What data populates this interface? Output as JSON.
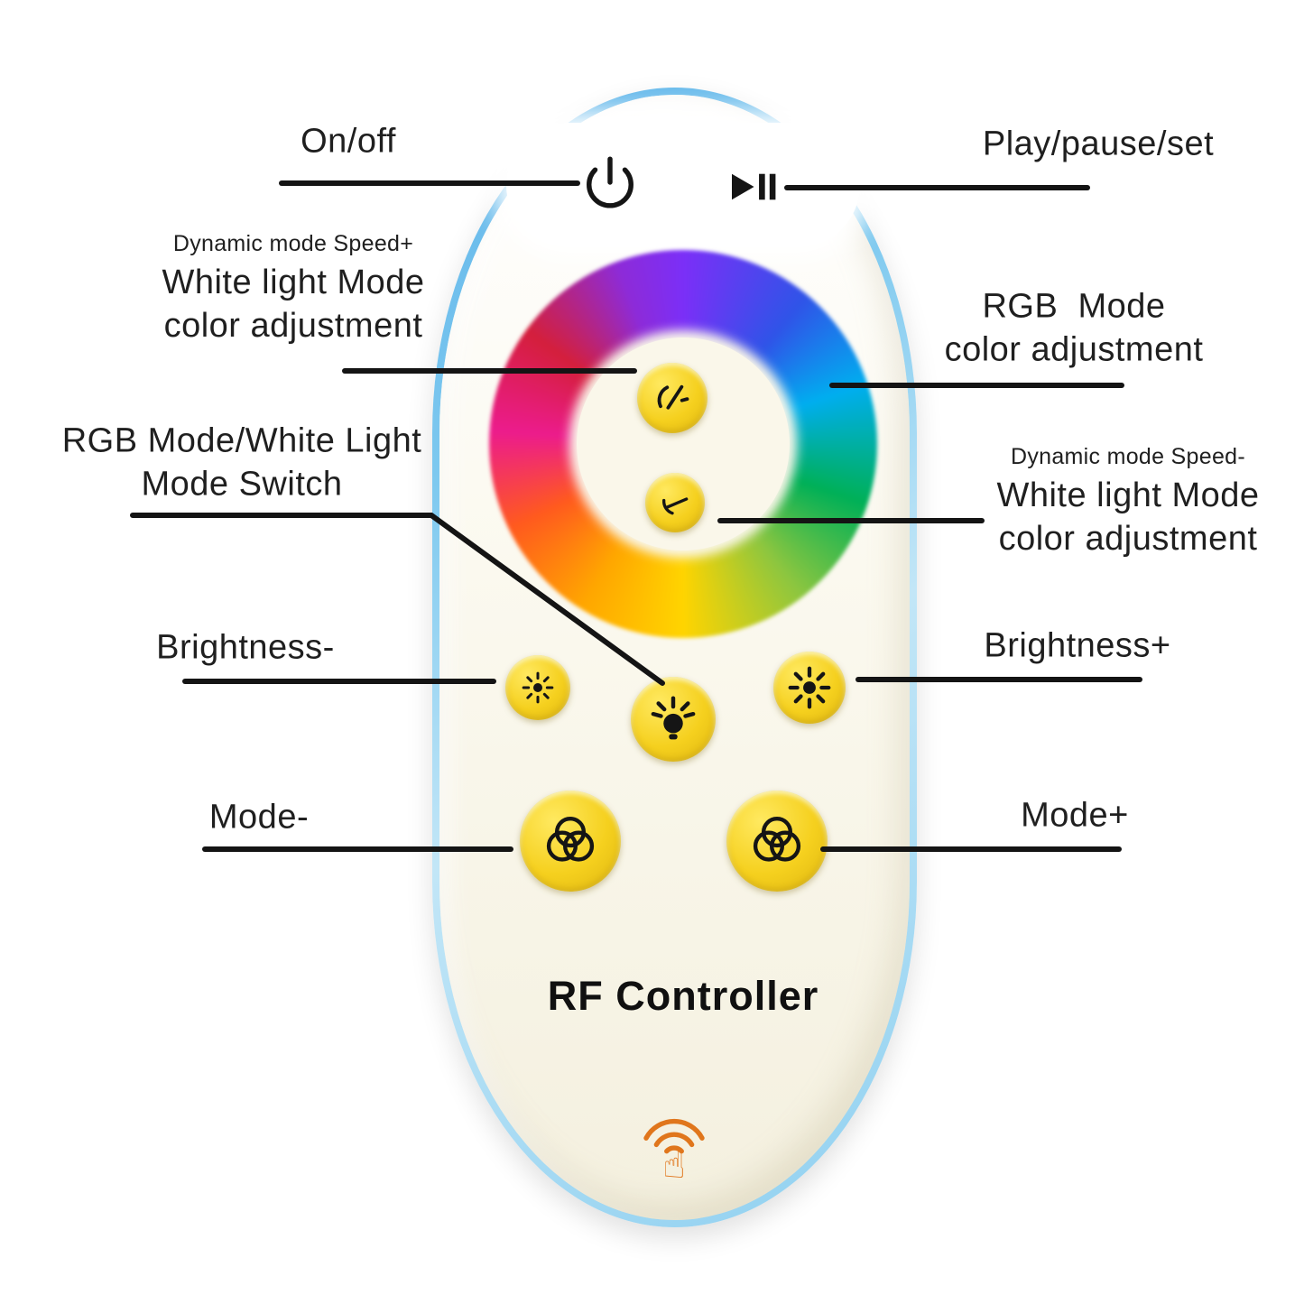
{
  "annotations": {
    "on_off": "On/off",
    "play_pause_set": "Play/pause/set",
    "speed_plus": {
      "tag": "Dynamic mode Speed+",
      "title1": "White light Mode",
      "title2": "color adjustment"
    },
    "rgb_mode": {
      "title1": "RGB  Mode",
      "title2": "color adjustment"
    },
    "mode_switch": {
      "title1": "RGB Mode/White Light",
      "title2": "Mode Switch"
    },
    "speed_minus": {
      "tag": "Dynamic mode Speed-",
      "title1": "White light Mode",
      "title2": "color adjustment"
    },
    "brightness_minus": "Brightness-",
    "brightness_plus": "Brightness+",
    "mode_minus": "Mode-",
    "mode_plus": "Mode+"
  },
  "remote": {
    "brand": "RF Controller",
    "touch_hand_glyph": "☝"
  },
  "icons": {
    "power": "power-symbol",
    "play_pause": "play-pause-bars",
    "speed_plus": "dial-gauge-up",
    "speed_minus": "dial-gauge-down",
    "brightness_minus": "sun",
    "brightness_plus": "sun",
    "mode_switch": "lightbulb-rays",
    "mode_minus": "three-overlapping-circles",
    "mode_plus": "three-overlapping-circles",
    "touch": "rf-signal-arcs-with-hand"
  },
  "colors": {
    "edge_blue": "#7ec9ef",
    "body_ivory": "#faf7ea",
    "button_yellow": "#f5d01e",
    "touch_orange": "#e0761c",
    "line_black": "#141414",
    "ring_gradient": [
      "#7b2ff7 0deg",
      "#2f54e8 40deg",
      "#00aeef 72deg",
      "#00b057 108deg",
      "#8dc63f 142deg",
      "#ffd400 180deg",
      "#ffa600 212deg",
      "#ff5a1e 244deg",
      "#ec1c8c 274deg",
      "#d41f3c 306deg",
      "#8d2bd8 340deg",
      "#7b2ff7 360deg"
    ]
  }
}
